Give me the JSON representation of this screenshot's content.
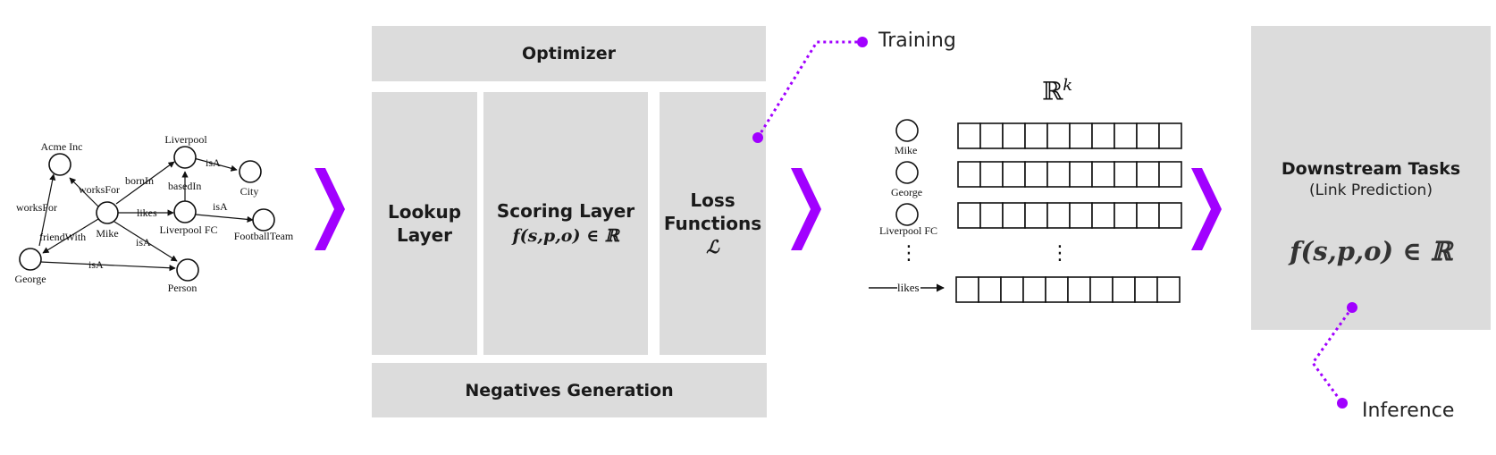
{
  "graph": {
    "nodes": {
      "acme": "Acme  Inc",
      "liverpool": "Liverpool",
      "city": "City",
      "mike": "Mike",
      "liverpool_fc": "Liverpool FC",
      "football_team": "FootballTeam",
      "george": "George",
      "person": "Person"
    },
    "edges": {
      "worksfor_george": "worksFor",
      "worksfor_mike": "worksFor",
      "bornin": "bornIn",
      "isa_city": "isA",
      "basedin": "basedIn",
      "likes": "likes",
      "isa_team": "isA",
      "friendwith": "friendWith",
      "isa_mike": "isA",
      "isa_george": "isA"
    }
  },
  "pipeline": {
    "optimizer": "Optimizer",
    "lookup_line1": "Lookup",
    "lookup_line2": "Layer",
    "scoring_title": "Scoring Layer",
    "scoring_formula": "f(s,p,o) ∈ ℝ",
    "loss_line1": "Loss",
    "loss_line2": "Functions",
    "loss_symbol": "ℒ",
    "negatives": "Negatives Generation"
  },
  "training_label": "Training",
  "inference_label": "Inference",
  "embeddings": {
    "space": "ℝ",
    "space_exp": "k",
    "rows": [
      "Mike",
      "George",
      "Liverpool FC"
    ],
    "relation": "likes",
    "ellipsis": "⋮"
  },
  "downstream": {
    "title": "Downstream Tasks",
    "subtitle": "(Link Prediction)",
    "formula": "f(s,p,o) ∈ ℝ"
  },
  "colors": {
    "accent": "#a100ff",
    "box": "#dcdcdc"
  }
}
